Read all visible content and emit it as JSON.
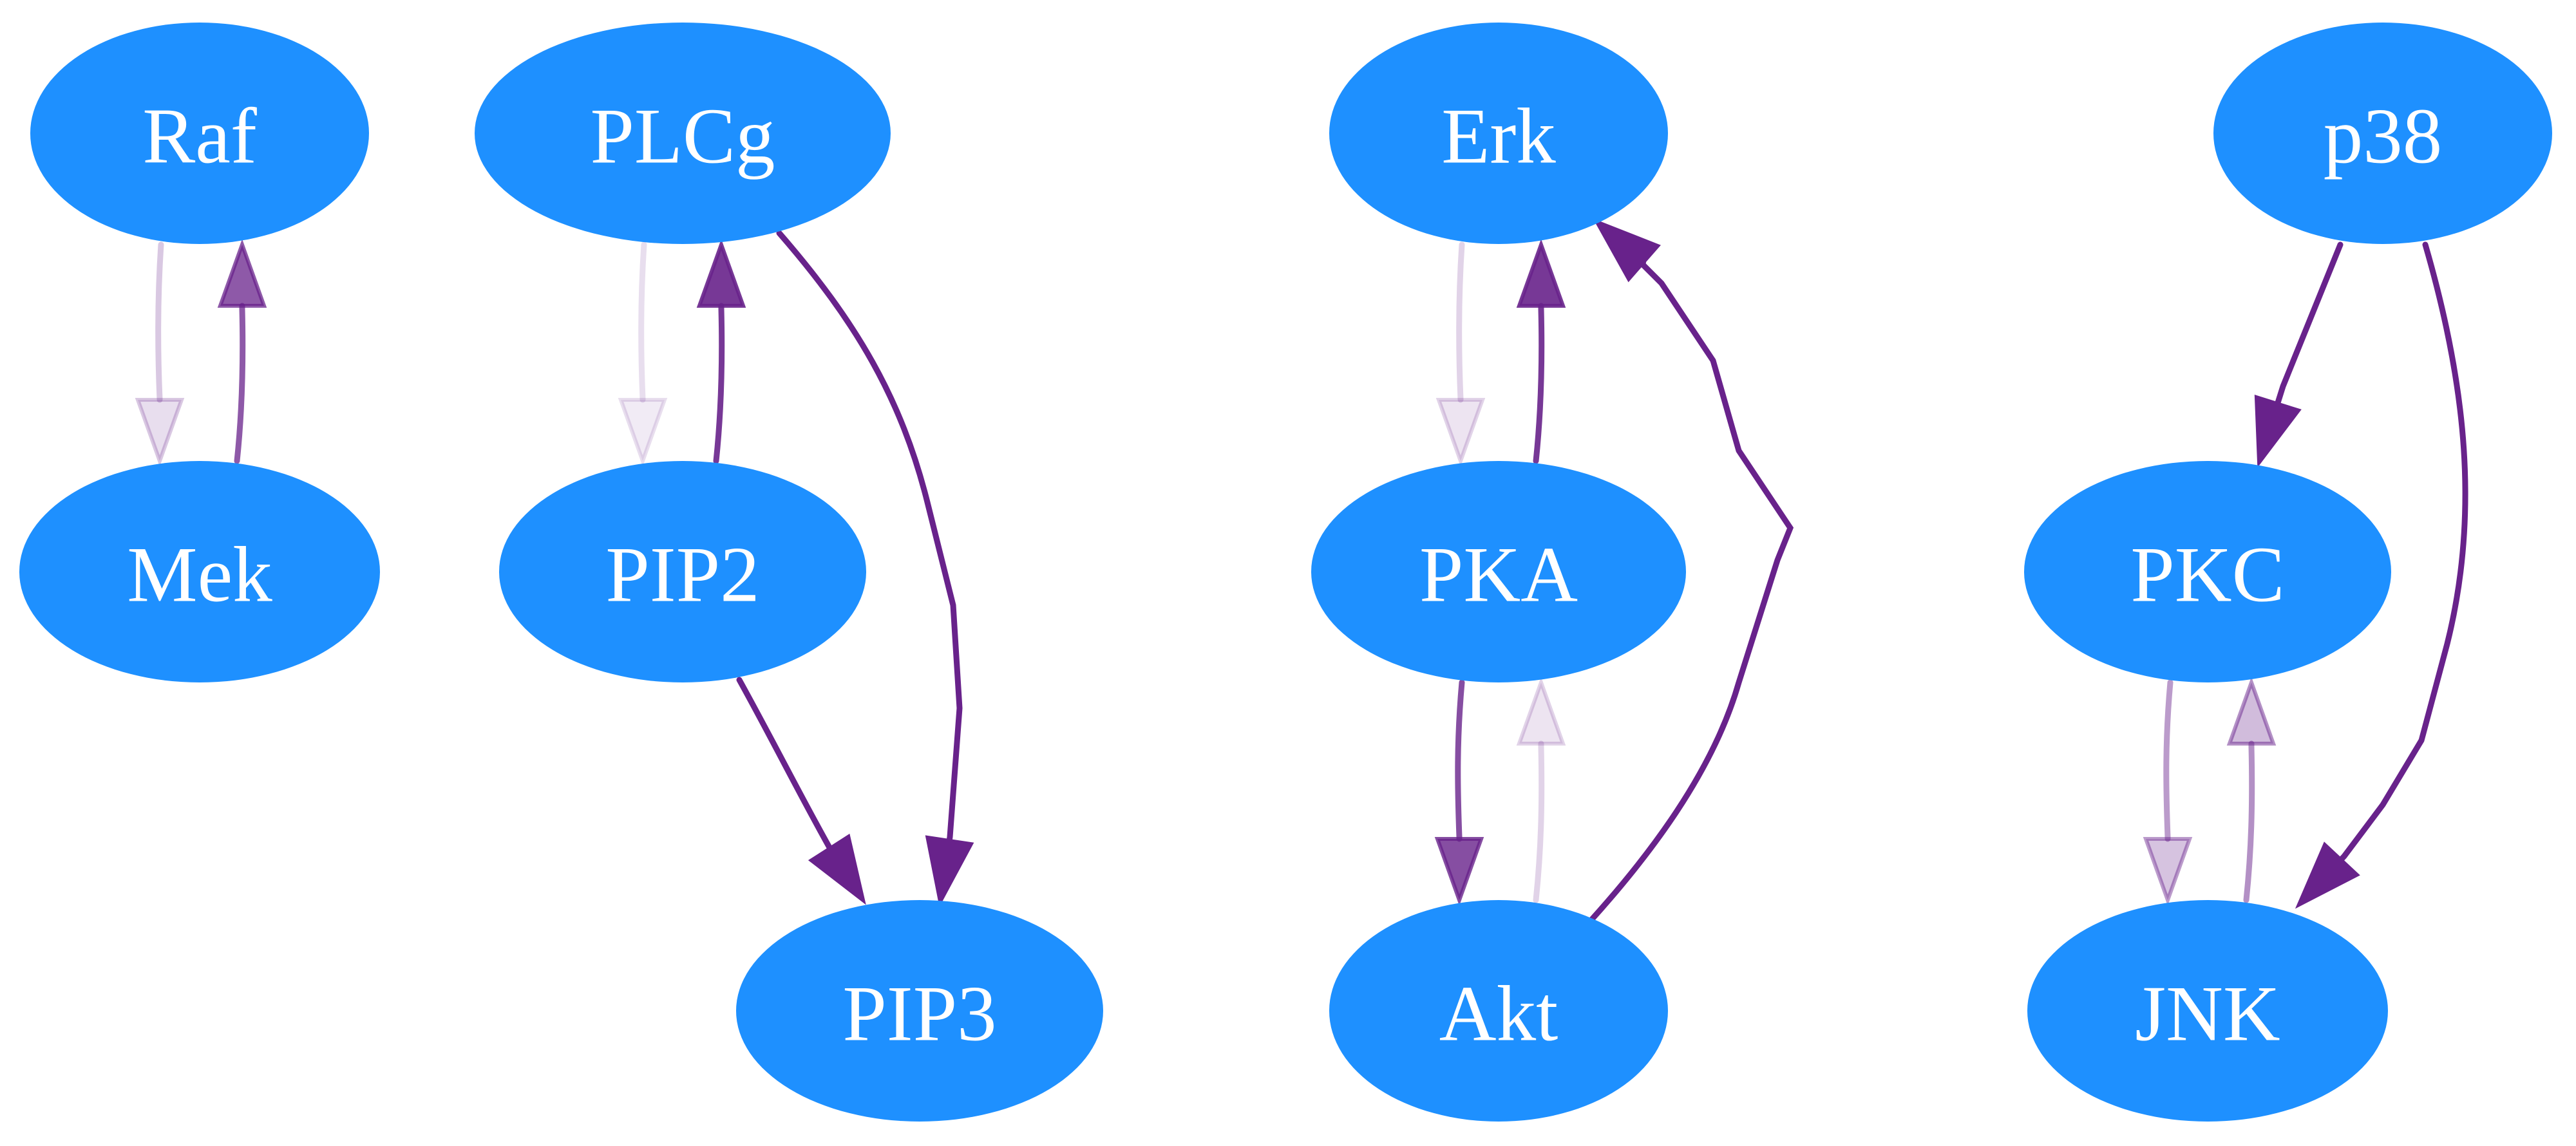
{
  "diagram": {
    "title": "",
    "nodes": [
      {
        "id": "raf",
        "label": "Raf"
      },
      {
        "id": "mek",
        "label": "Mek"
      },
      {
        "id": "plcg",
        "label": "PLCg"
      },
      {
        "id": "pip2",
        "label": "PIP2"
      },
      {
        "id": "pip3",
        "label": "PIP3"
      },
      {
        "id": "erk",
        "label": "Erk"
      },
      {
        "id": "pka",
        "label": "PKA"
      },
      {
        "id": "akt",
        "label": "Akt"
      },
      {
        "id": "p38",
        "label": "p38"
      },
      {
        "id": "pkc",
        "label": "PKC"
      },
      {
        "id": "jnk",
        "label": "JNK"
      }
    ],
    "edges": [
      {
        "from": "raf",
        "to": "mek",
        "strength": 0.25
      },
      {
        "from": "mek",
        "to": "raf",
        "strength": 0.75
      },
      {
        "from": "plcg",
        "to": "pip2",
        "strength": 0.15
      },
      {
        "from": "pip2",
        "to": "plcg",
        "strength": 0.9
      },
      {
        "from": "plcg",
        "to": "pip3",
        "strength": 1.0
      },
      {
        "from": "pip2",
        "to": "pip3",
        "strength": 1.0
      },
      {
        "from": "erk",
        "to": "pka",
        "strength": 0.2
      },
      {
        "from": "pka",
        "to": "erk",
        "strength": 0.9
      },
      {
        "from": "pka",
        "to": "akt",
        "strength": 0.8
      },
      {
        "from": "akt",
        "to": "pka",
        "strength": 0.2
      },
      {
        "from": "akt",
        "to": "erk",
        "strength": 1.0
      },
      {
        "from": "p38",
        "to": "pkc",
        "strength": 1.0
      },
      {
        "from": "p38",
        "to": "jnk",
        "strength": 1.0
      },
      {
        "from": "pkc",
        "to": "jnk",
        "strength": 0.45
      },
      {
        "from": "jnk",
        "to": "pkc",
        "strength": 0.5
      }
    ],
    "colors": {
      "node_fill": "#1e90ff",
      "node_text": "#ffffff",
      "edge": "#68228b",
      "background": "#ffffff"
    }
  }
}
